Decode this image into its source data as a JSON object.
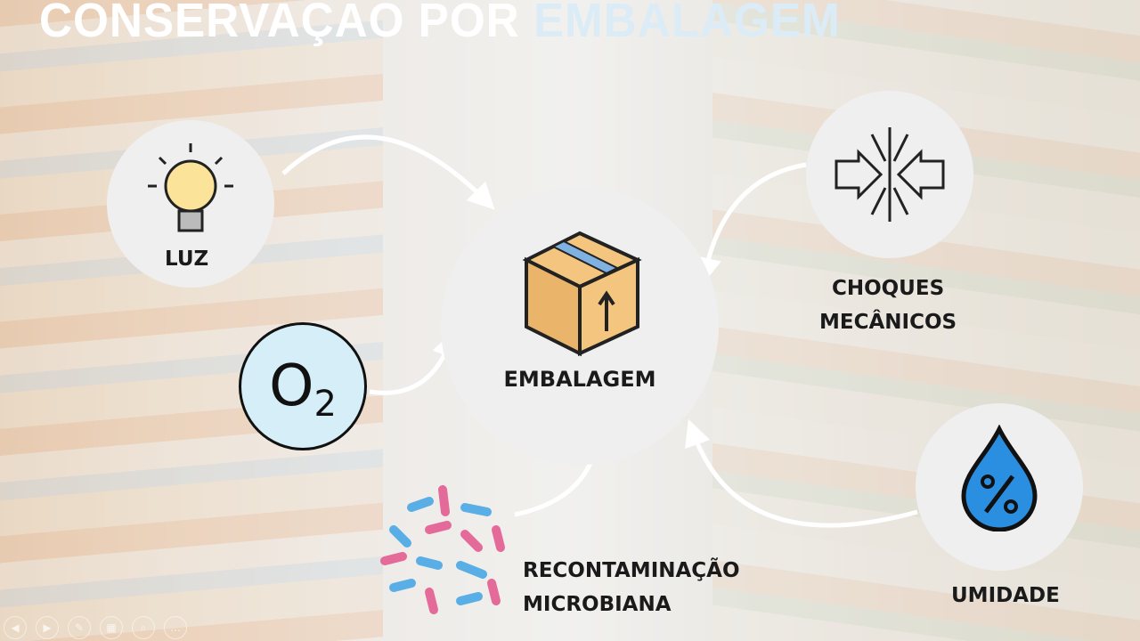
{
  "title": {
    "part1": "CONSERVAÇAO POR",
    "part2": "EMBALAGEM"
  },
  "center": {
    "label": "EMBALAGEM",
    "icon": "box-icon"
  },
  "factors": {
    "luz": {
      "label": "LUZ",
      "icon": "lightbulb-icon"
    },
    "oxigenio": {
      "symbol": "O",
      "subscript": "2",
      "icon": "oxygen-icon"
    },
    "choques": {
      "line1": "CHOQUES",
      "line2": "MECÂNICOS",
      "icon": "compression-icon"
    },
    "umidade": {
      "label": "UMIDADE",
      "icon": "humidity-drop-icon"
    },
    "microbiana": {
      "line1": "RECONTAMINAÇÃO",
      "line2": "MICROBIANA",
      "icon": "bacteria-icon"
    }
  },
  "toolbar": {
    "prev": "◀",
    "next": "▶",
    "pen": "✎",
    "slides": "▦",
    "zoom": "⌕",
    "more": "…"
  },
  "colors": {
    "title_accent": "#dcecf7",
    "o2_fill": "#d6eef7",
    "drop": "#2a8fe0"
  }
}
